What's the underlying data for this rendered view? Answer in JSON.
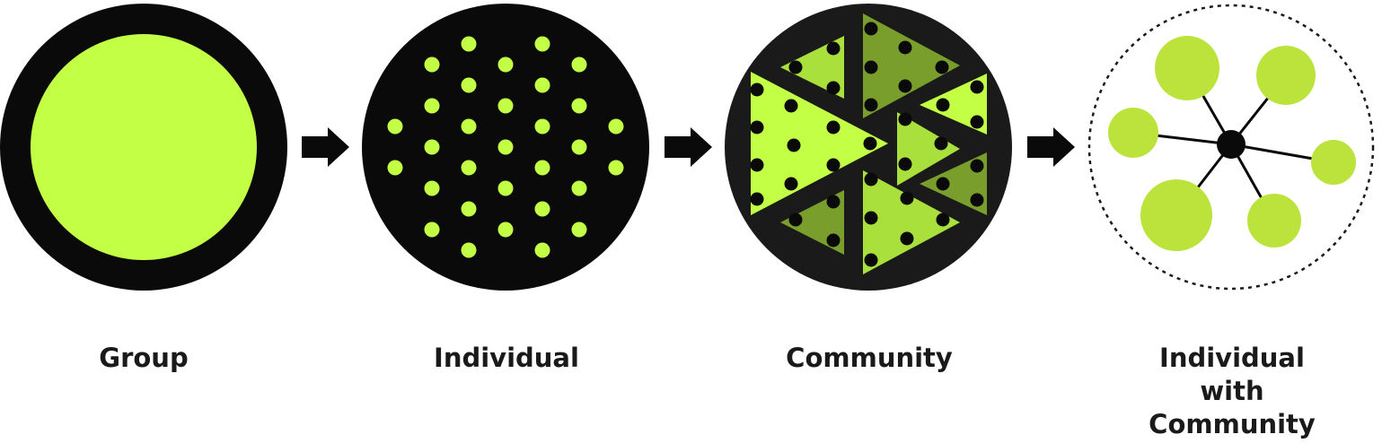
{
  "stages": [
    {
      "id": "group",
      "label": "Group",
      "icon": "solid-filled-circle-icon"
    },
    {
      "id": "individual",
      "label": "Individual",
      "icon": "scattered-dots-circle-icon"
    },
    {
      "id": "community",
      "label": "Community",
      "icon": "triangle-clusters-circle-icon"
    },
    {
      "id": "individual-with-community",
      "label": "Individual\nwith\nCommunity",
      "icon": "hub-and-spoke-network-icon"
    }
  ],
  "connectors": [
    "arrow-right-icon",
    "arrow-right-icon",
    "arrow-right-icon"
  ],
  "colors": {
    "black": "#0a0a0a",
    "lime": "#c2ff45",
    "lime_light": "#a9e03c",
    "olive": "#7a9e2c",
    "node_green": "#bce23c",
    "label": "#1a1a1a"
  }
}
